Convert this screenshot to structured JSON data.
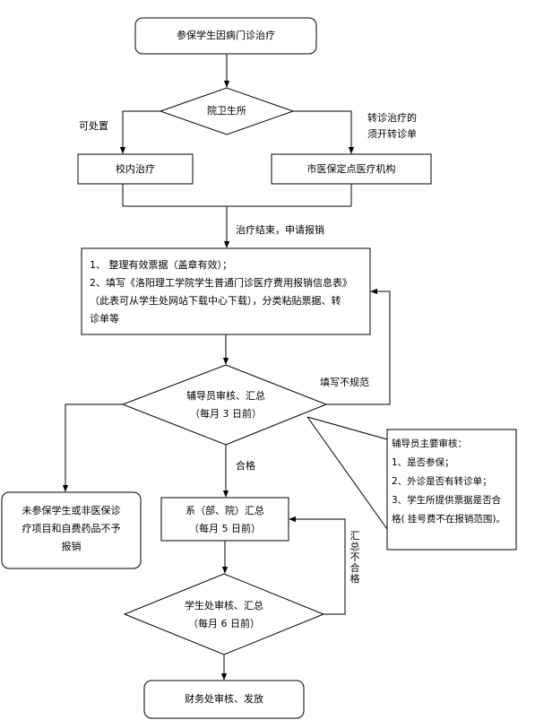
{
  "nodes": {
    "start": "参保学生因病门诊治疗",
    "hospital": "院卫生所",
    "campus": "校内治疗",
    "city": "市医保定点医疗机构",
    "docs": [
      "1、 整理有效票据（盖章有效）；",
      "2、填写《洛阳理工学院学生普通门诊医疗费用报销信息表》",
      "（此表可从学生处网站下载中心下载），分类粘贴票据、转",
      "诊单等"
    ],
    "counselor": [
      "辅导员审核、汇总",
      "（每月 3 日前）"
    ],
    "dept": [
      "系（部、院）汇总",
      "（每月 5 日前）"
    ],
    "student_office": [
      "学生处审核、汇总",
      "（每月 6 日前）"
    ],
    "reject": [
      "未参保学生或非医保诊",
      "疗项目和自费药品不予",
      "报销"
    ],
    "finance": "财务处审核、发放"
  },
  "edge_labels": {
    "can_handle": "可处置",
    "referral": [
      "转诊治疗的",
      "须开转诊单"
    ],
    "end_treatment": "治疗结束，申请报销",
    "nonstandard": "填写不规范",
    "qualified": "合格",
    "summary_fail": [
      "汇",
      "总",
      "不",
      "合",
      "格"
    ]
  },
  "note": {
    "title": "辅导员主要审核：",
    "items": [
      "1、是否参保；",
      "2、外诊是否有转诊单；",
      "3、学生所提供票据是否合",
      "格( 挂号费不在报销范围)。"
    ]
  }
}
